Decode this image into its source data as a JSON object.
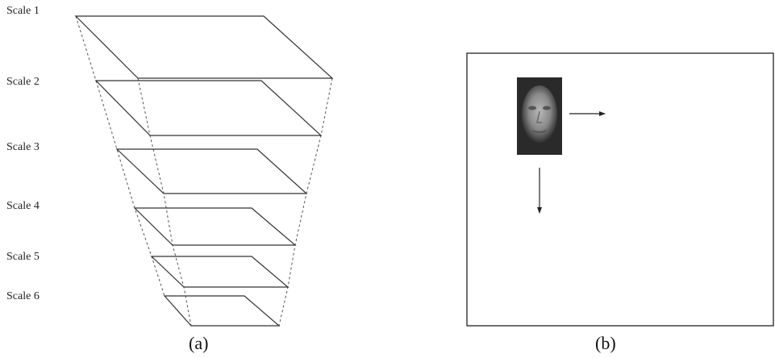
{
  "panel_a": {
    "scale_labels": [
      "Scale 1",
      "Scale 2",
      "Scale 3",
      "Scale 4",
      "Scale 5",
      "Scale 6"
    ],
    "caption": "(a)"
  },
  "panel_b": {
    "caption": "(b)",
    "window_content": "face-image",
    "arrows": [
      "right-arrow",
      "down-arrow"
    ]
  },
  "colors": {
    "line": "#333333",
    "dashed": "#555555",
    "face_bg": "#2a2a2a"
  }
}
